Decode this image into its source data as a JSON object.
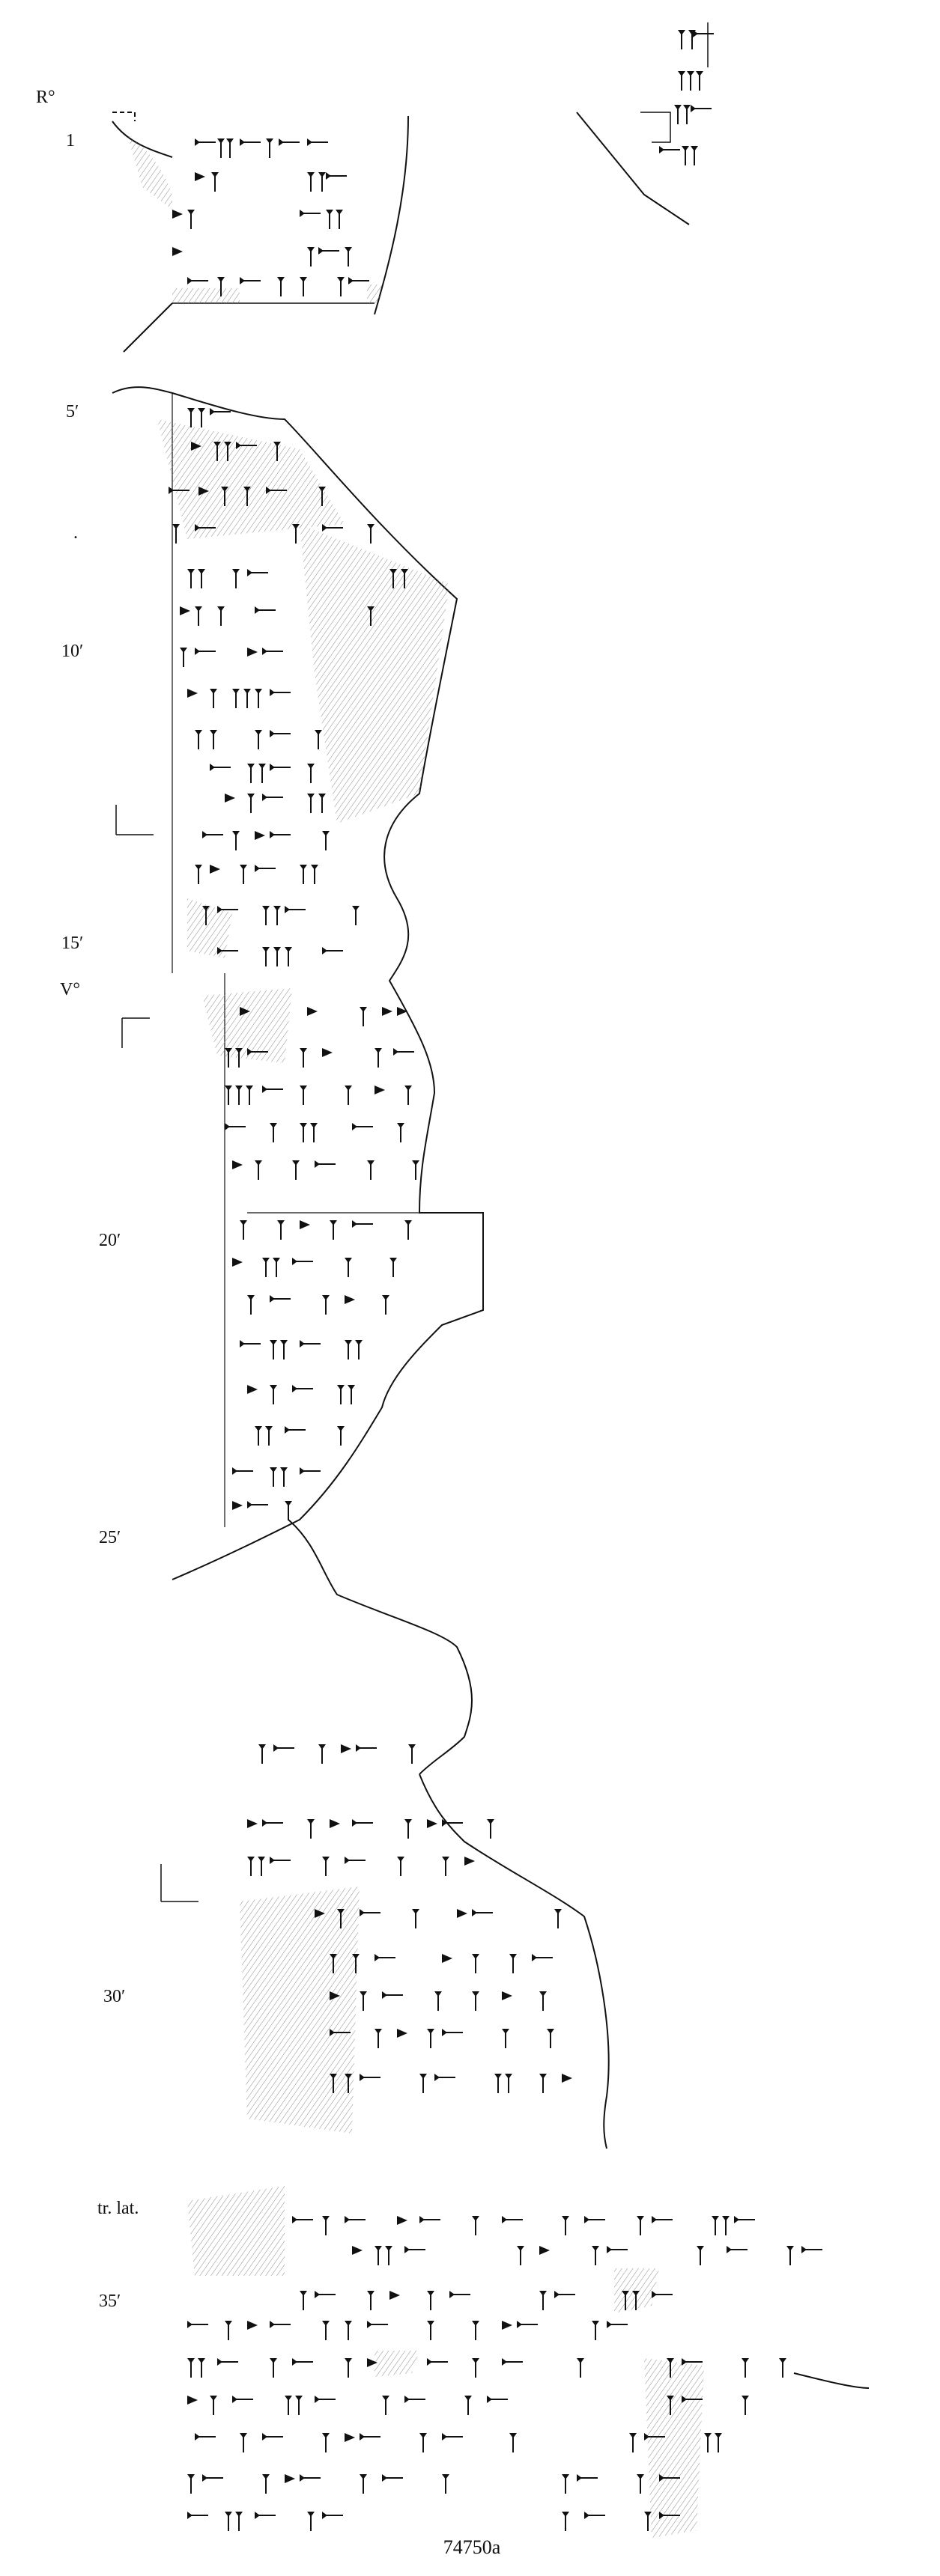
{
  "labels": {
    "recto": "R°",
    "verso": "V°",
    "lateral": "tr. lat.",
    "line_1": "1",
    "line_5": "5′",
    "line_dot": ".",
    "line_10": "10′",
    "line_15": "15′",
    "line_20": "20′",
    "line_25": "25′",
    "line_30": "30′",
    "line_35": "35′"
  },
  "caption": "74750a",
  "colors": {
    "ink": "#111111",
    "hatch": "#8a8a8a",
    "paper": "#ffffff"
  },
  "icons": {
    "sign": "cuneiform-wedge-sign",
    "break": "damaged-surface-hatching"
  }
}
